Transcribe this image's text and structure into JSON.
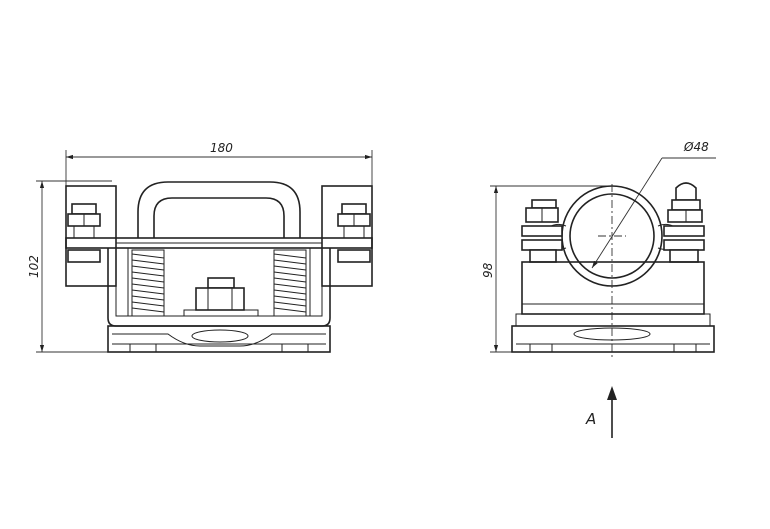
{
  "drawing": {
    "front_view": {
      "dim_width": "180",
      "dim_height": "102"
    },
    "side_view": {
      "dim_diameter": "Ø48",
      "dim_height": "98",
      "view_arrow_label": "A"
    }
  }
}
